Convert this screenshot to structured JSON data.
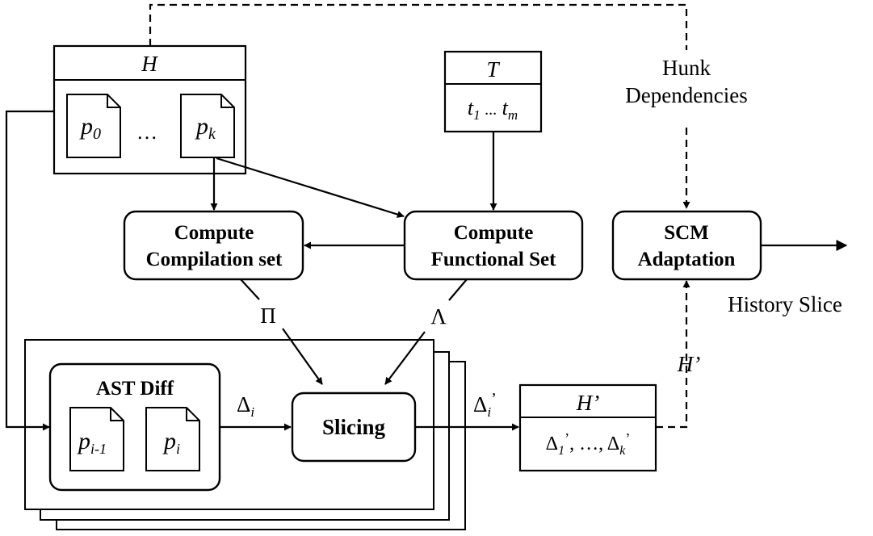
{
  "history_box": {
    "title": "H",
    "file_first": {
      "base": "p",
      "sub": "0"
    },
    "ellipsis": "…",
    "file_last": {
      "base": "p",
      "sub": "k"
    }
  },
  "tests_box": {
    "title": "T",
    "t_first": {
      "base": "t",
      "sub": "1"
    },
    "ellipsis": "...",
    "t_last": {
      "base": "t",
      "sub": "m"
    }
  },
  "hunk_dependencies": {
    "line1": "Hunk",
    "line2": "Dependencies"
  },
  "compilation_node": {
    "line1": "Compute",
    "line2": "Compilation set"
  },
  "functional_node": {
    "line1": "Compute",
    "line2": "Functional Set"
  },
  "scm_node": {
    "line1": "SCM",
    "line2": "Adaptation"
  },
  "history_slice": "History Slice",
  "pi_symbol": "Π",
  "lambda_symbol": "Λ",
  "ast_diff": {
    "title": "AST Diff",
    "file_prev": {
      "base": "p",
      "sub": "i-1"
    },
    "file_cur": {
      "base": "p",
      "sub": "i"
    }
  },
  "delta_i": {
    "base": "Δ",
    "sub": "i"
  },
  "slicing_node": "Slicing",
  "delta_i_prime": {
    "base": "Δ",
    "sub": "i",
    "prime": "’"
  },
  "h_prime_box": {
    "title": "H’",
    "content": {
      "d1": "Δ",
      "d1_sub": "1",
      "prime1": "’",
      "sep": ", …, ",
      "dk": "Δ",
      "dk_sub": "k",
      "primek": "’"
    }
  },
  "h_prime_label": "H’"
}
